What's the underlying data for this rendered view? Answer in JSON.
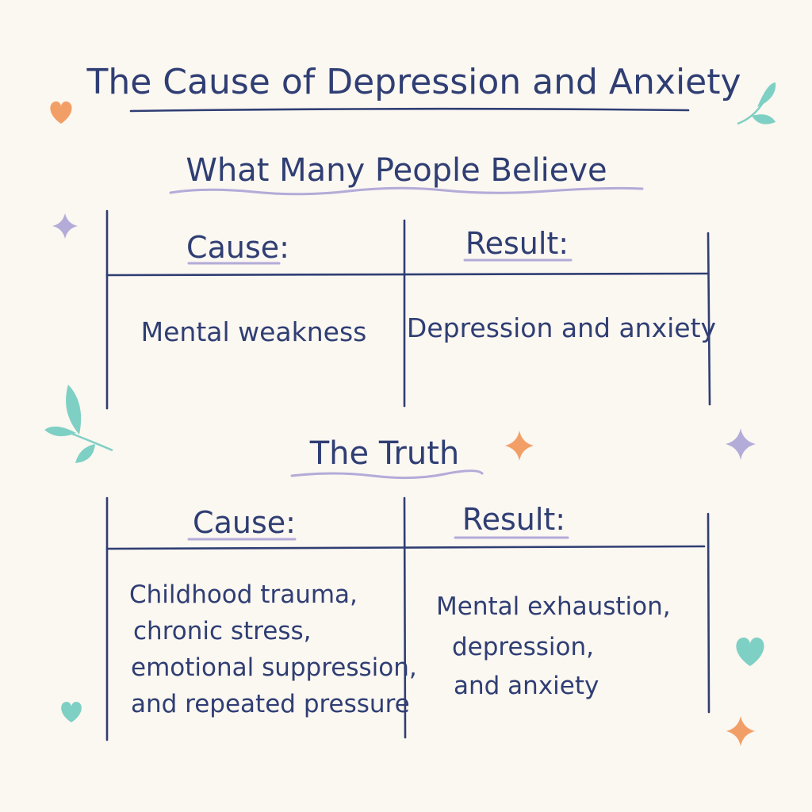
{
  "title": "The Cause of Depression and Anxiety",
  "belief": {
    "heading": "What Many People Believe",
    "cause_label": "Cause:",
    "result_label": "Result:",
    "cause": "Mental weakness",
    "result": "Depression and anxiety"
  },
  "truth": {
    "heading": "The Truth",
    "cause_label": "Cause:",
    "result_label": "Result:",
    "cause_lines": [
      "Childhood trauma,",
      "chronic stress,",
      "emotional suppression,",
      "and repeated pressure"
    ],
    "result_lines": [
      "Mental exhaustion,",
      "depression,",
      "and anxiety"
    ]
  },
  "colors": {
    "ink": "#2f3e73",
    "lavender": "#b3abd8",
    "teal": "#7fd0c4",
    "orange": "#f29f67",
    "background": "#fbf7f1"
  },
  "decorations": [
    "heart-icon",
    "leaf-icon",
    "sparkle-icon"
  ]
}
